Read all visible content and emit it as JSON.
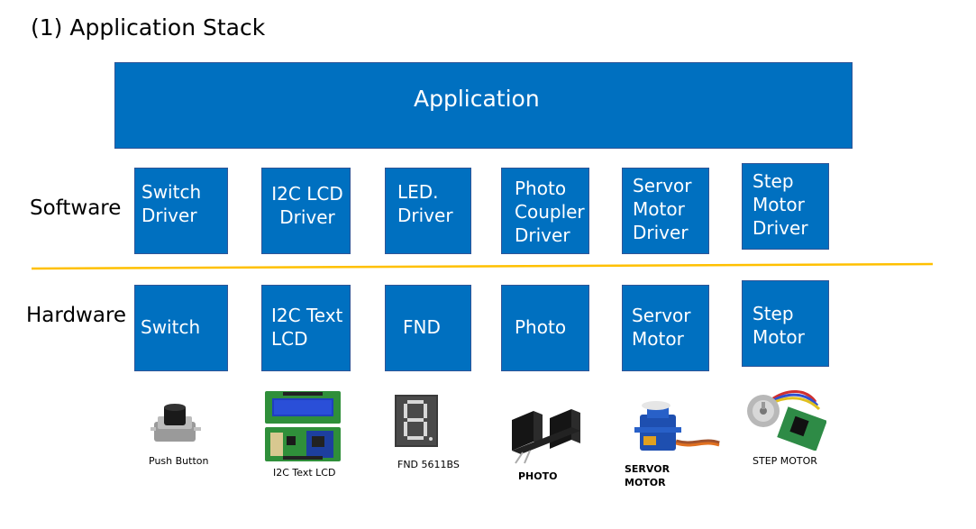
{
  "page_title": "(1) Application Stack",
  "application_label": "Application",
  "row_labels": {
    "software": "Software",
    "hardware": "Hardware"
  },
  "software_boxes": [
    "Switch\nDriver",
    "I2C LCD\nDriver",
    "LED.\nDriver",
    "Photo\nCoupler\nDriver",
    "Servor\nMotor\nDriver",
    "Step\nMotor\nDriver"
  ],
  "hardware_boxes": [
    "Switch",
    "I2C Text\nLCD",
    "FND",
    "Photo",
    "Servor\nMotor",
    "Step\nMotor"
  ],
  "component_captions": [
    "Push Button",
    "I2C Text LCD",
    "FND 5611BS",
    "PHOTO",
    "SERVOR\nMOTOR",
    "STEP MOTOR"
  ],
  "colors": {
    "box_fill": "#0070c0",
    "divider": "#ffc000"
  }
}
